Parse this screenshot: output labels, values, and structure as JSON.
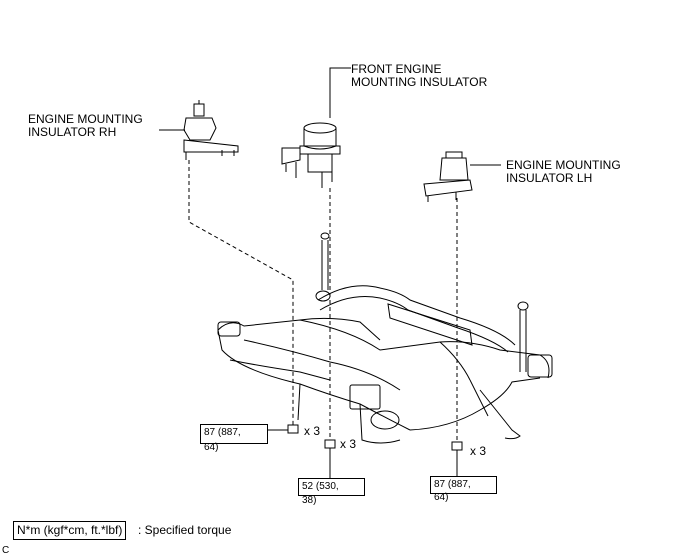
{
  "labels": {
    "rh": [
      "ENGINE MOUNTING",
      "INSULATOR RH"
    ],
    "front": [
      "FRONT ENGINE",
      "MOUNTING INSULATOR"
    ],
    "lh": [
      "ENGINE MOUNTING",
      "INSULATOR LH"
    ]
  },
  "torque": {
    "left": [
      "87 (887,",
      "64)"
    ],
    "center": [
      "52 (530,",
      "38)"
    ],
    "right": [
      "87 (887,",
      "64)"
    ]
  },
  "multipliers": {
    "left": "x 3",
    "center": "x 3",
    "right": "x 3"
  },
  "legend": {
    "units": "N*m (kgf*cm, ft.*lbf)",
    "text": ": Specified torque"
  },
  "figure_code": "C"
}
